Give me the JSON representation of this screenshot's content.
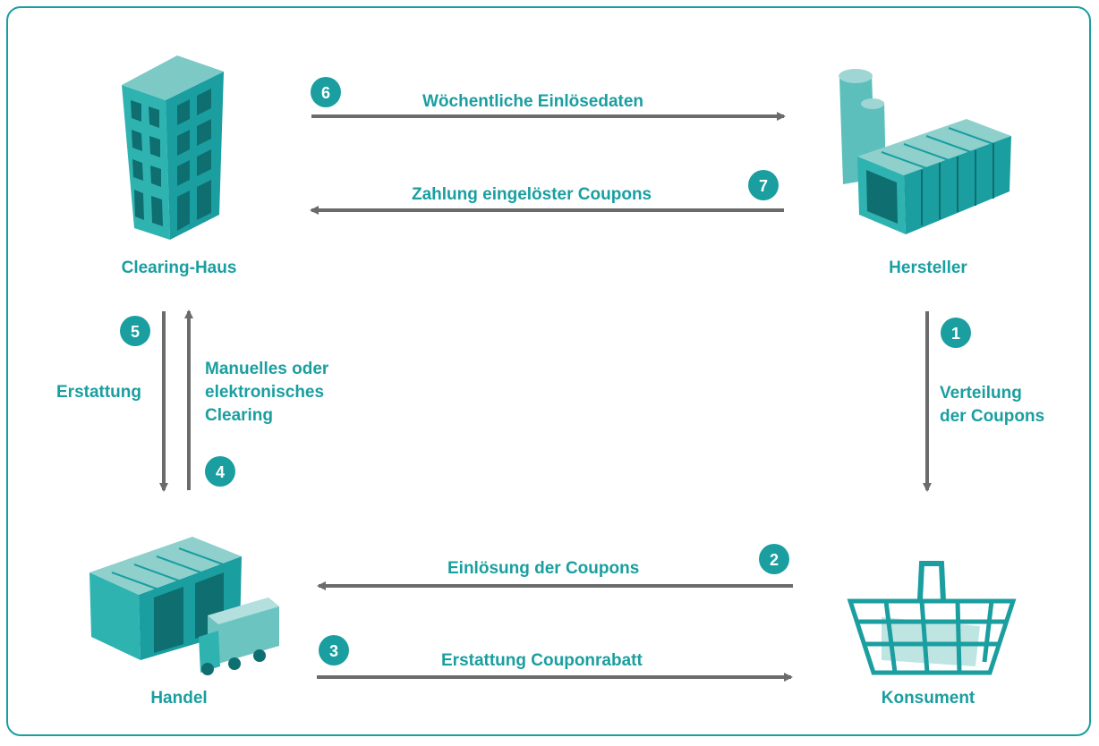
{
  "colors": {
    "teal": "#1a9ea0",
    "teal_dark": "#0f7e80",
    "teal_light": "#9fd6d4",
    "arrow": "#6b6b6b"
  },
  "nodes": {
    "clearing_house": {
      "label": "Clearing-Haus",
      "icon": "office-building-icon"
    },
    "manufacturer": {
      "label": "Hersteller",
      "icon": "factory-icon"
    },
    "retail": {
      "label": "Handel",
      "icon": "warehouse-truck-icon"
    },
    "consumer": {
      "label": "Konsument",
      "icon": "shopping-basket-icon"
    }
  },
  "flows": [
    {
      "step": "1",
      "label": "Verteilung\nder Coupons",
      "from": "Hersteller",
      "to": "Konsument"
    },
    {
      "step": "2",
      "label": "Einlösung der Coupons",
      "from": "Konsument",
      "to": "Handel"
    },
    {
      "step": "3",
      "label": "Erstattung Couponrabatt",
      "from": "Handel",
      "to": "Konsument"
    },
    {
      "step": "4",
      "label": "Manuelles oder\nelektronisches\nClearing",
      "from": "Handel",
      "to": "Clearing-Haus"
    },
    {
      "step": "5",
      "label": "Erstattung",
      "from": "Clearing-Haus",
      "to": "Handel"
    },
    {
      "step": "6",
      "label": "Wöchentliche Einlösedaten",
      "from": "Clearing-Haus",
      "to": "Hersteller"
    },
    {
      "step": "7",
      "label": "Zahlung eingelöster Coupons",
      "from": "Hersteller",
      "to": "Clearing-Haus"
    }
  ]
}
